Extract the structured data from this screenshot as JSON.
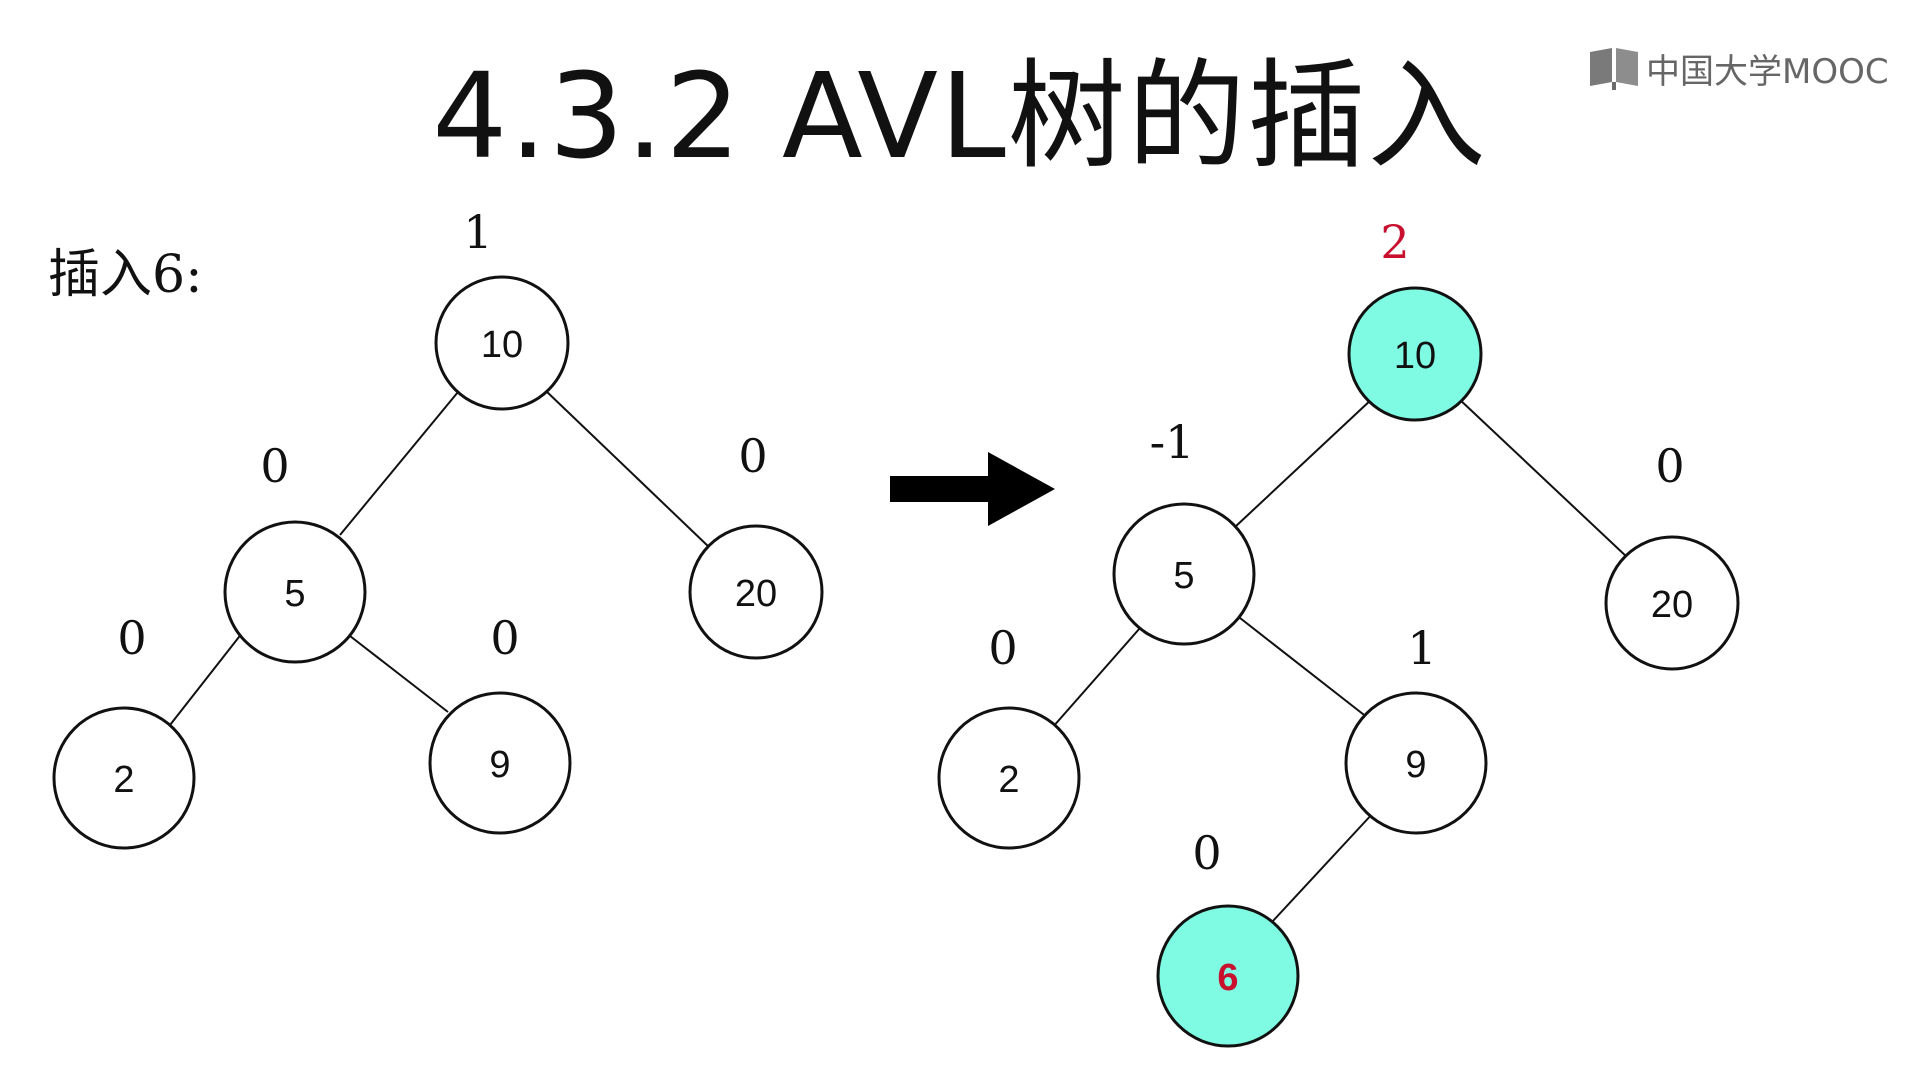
{
  "slide": {
    "title": "4.3.2 AVL树的插入",
    "step_label": "插入6:",
    "logo_text": "中国大学MOOC"
  },
  "colors": {
    "highlight_fill": "#7ffbe4",
    "emphasis_red": "#c8102e",
    "stroke": "#111111"
  },
  "trees": {
    "before": {
      "nodes": [
        {
          "id": "b10",
          "value": "10",
          "bf": "1"
        },
        {
          "id": "b5",
          "value": "5",
          "bf": "0"
        },
        {
          "id": "b20",
          "value": "20",
          "bf": "0"
        },
        {
          "id": "b2",
          "value": "2",
          "bf": "0"
        },
        {
          "id": "b9",
          "value": "9",
          "bf": "0"
        }
      ],
      "edges": [
        [
          "b10",
          "b5"
        ],
        [
          "b10",
          "b20"
        ],
        [
          "b5",
          "b2"
        ],
        [
          "b5",
          "b9"
        ]
      ]
    },
    "after": {
      "nodes": [
        {
          "id": "a10",
          "value": "10",
          "bf": "2",
          "highlight": true,
          "bf_red": true
        },
        {
          "id": "a5",
          "value": "5",
          "bf": "-1"
        },
        {
          "id": "a20",
          "value": "20",
          "bf": "0"
        },
        {
          "id": "a2",
          "value": "2",
          "bf": "0"
        },
        {
          "id": "a9",
          "value": "9",
          "bf": "1"
        },
        {
          "id": "a6",
          "value": "6",
          "bf": "0",
          "highlight": true,
          "value_red": true
        }
      ],
      "edges": [
        [
          "a10",
          "a5"
        ],
        [
          "a10",
          "a20"
        ],
        [
          "a5",
          "a2"
        ],
        [
          "a5",
          "a9"
        ],
        [
          "a9",
          "a6"
        ]
      ]
    }
  }
}
